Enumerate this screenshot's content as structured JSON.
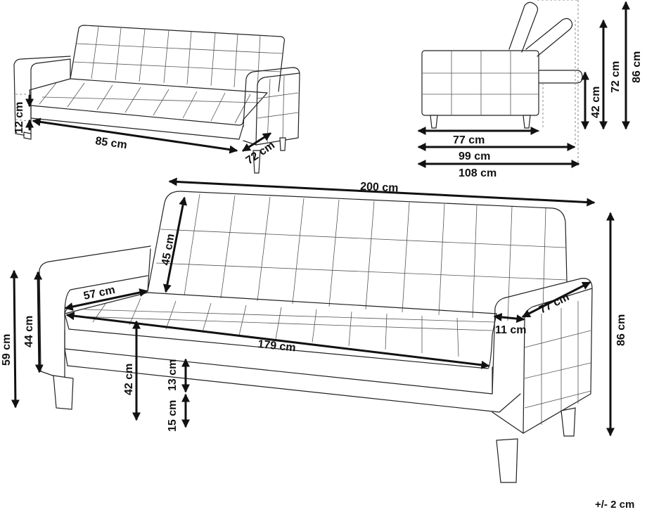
{
  "small_sofa": {
    "height": "12 cm",
    "length": "85 cm",
    "depth": "72 cm"
  },
  "side_view": {
    "seat_depth": "77 cm",
    "open_depth": "99 cm",
    "full_depth": "108 cm",
    "seat_height": "42 cm",
    "back_height": "72 cm",
    "total_height": "86 cm"
  },
  "main_sofa": {
    "width": "200 cm",
    "backrest": "45 cm",
    "seat_depth": "57 cm",
    "seat_width": "179 cm",
    "arm_depth": "77 cm",
    "arm_width": "11 cm",
    "height": "86 cm",
    "arm_height_outer": "59 cm",
    "arm_height_inner": "44 cm",
    "seat_height": "42 cm",
    "cushion": "13 cm",
    "leg": "15 cm"
  },
  "tolerance": "+/- 2 cm"
}
